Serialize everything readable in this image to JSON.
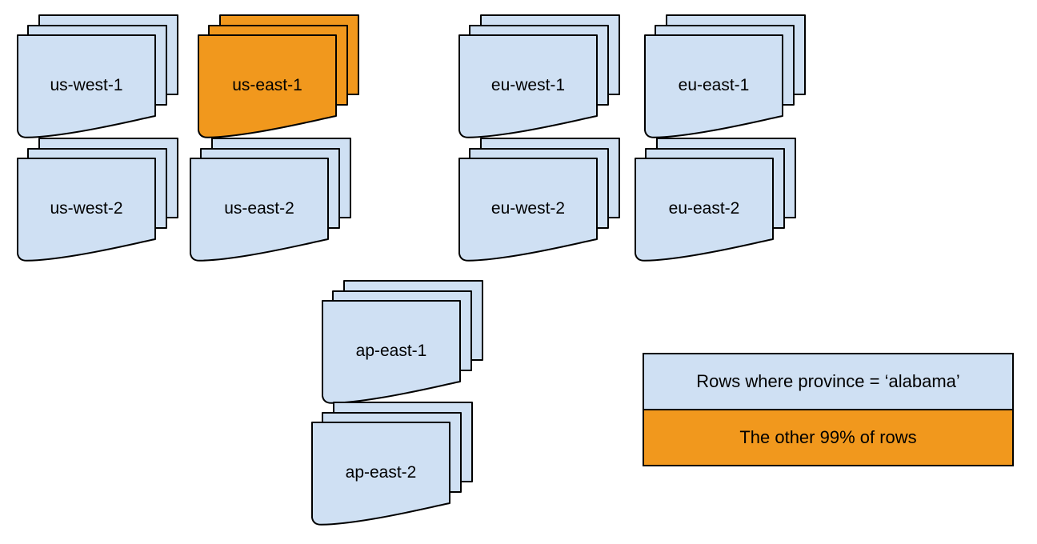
{
  "colors": {
    "region_blue": "#cfe0f3",
    "highlight_orange": "#f1981d",
    "outline": "#000000",
    "background": "#ffffff"
  },
  "stacks": [
    {
      "label": "us-west-1",
      "color": "blue"
    },
    {
      "label": "us-east-1",
      "color": "orange"
    },
    {
      "label": "eu-west-1",
      "color": "blue"
    },
    {
      "label": "eu-east-1",
      "color": "blue"
    },
    {
      "label": "us-west-2",
      "color": "blue"
    },
    {
      "label": "us-east-2",
      "color": "blue"
    },
    {
      "label": "eu-west-2",
      "color": "blue"
    },
    {
      "label": "eu-east-2",
      "color": "blue"
    },
    {
      "label": "ap-east-1",
      "color": "blue"
    },
    {
      "label": "ap-east-2",
      "color": "blue"
    }
  ],
  "legend": {
    "items": [
      {
        "label": "Rows where province = ‘alabama’",
        "color": "blue"
      },
      {
        "label": "The other 99% of rows",
        "color": "orange"
      }
    ]
  }
}
